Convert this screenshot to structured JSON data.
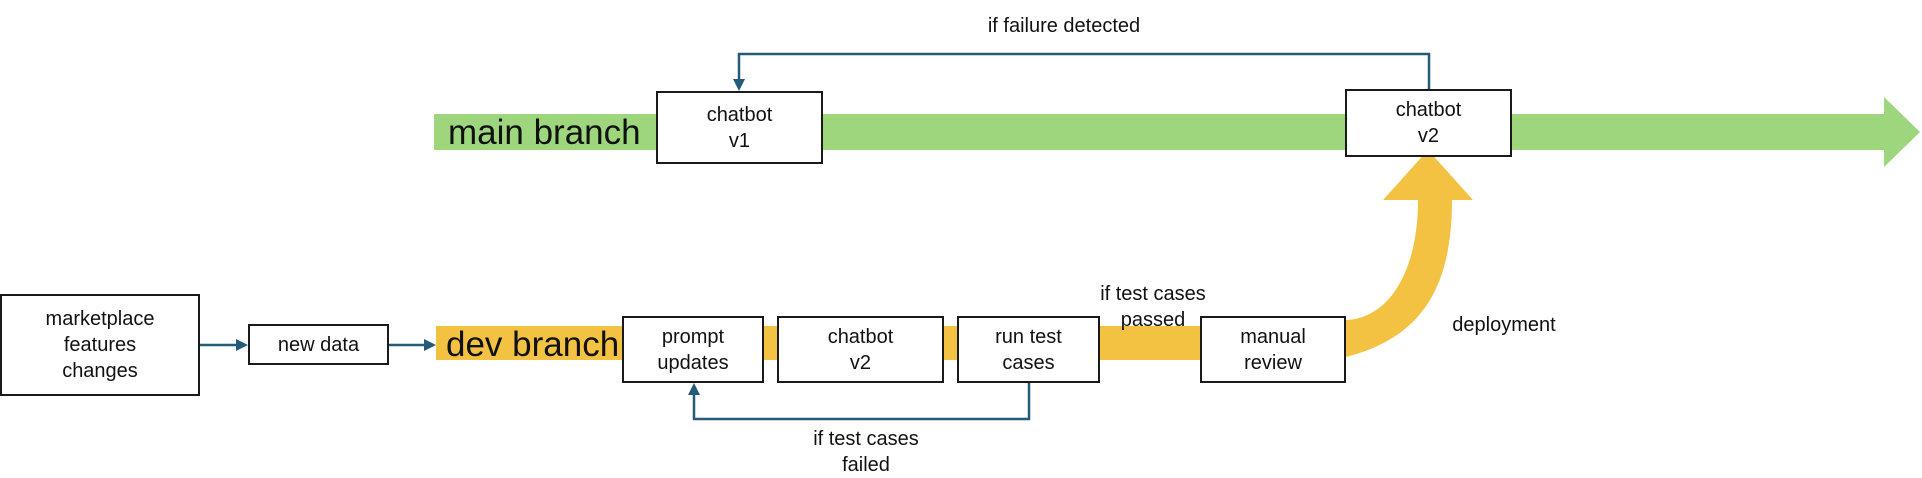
{
  "diagram": {
    "main_branch": {
      "label": "main branch",
      "color": "#9ed67e"
    },
    "dev_branch": {
      "label": "dev branch",
      "color": "#f4c242"
    },
    "connector_color": "#245a7a",
    "boxes": {
      "marketplace": "marketplace\nfeatures\nchanges",
      "new_data": "new data",
      "prompt_updates": "prompt\nupdates",
      "chatbot_v2_dev": "chatbot\nv2",
      "run_test_cases": "run test\ncases",
      "manual_review": "manual\nreview",
      "chatbot_v1": "chatbot\nv1",
      "chatbot_v2_main": "chatbot\nv2"
    },
    "labels": {
      "if_failure_detected": "if failure detected",
      "if_test_cases_passed": "if test cases\npassed",
      "if_test_cases_failed": "if test cases\nfailed",
      "deployment": "deployment"
    }
  }
}
